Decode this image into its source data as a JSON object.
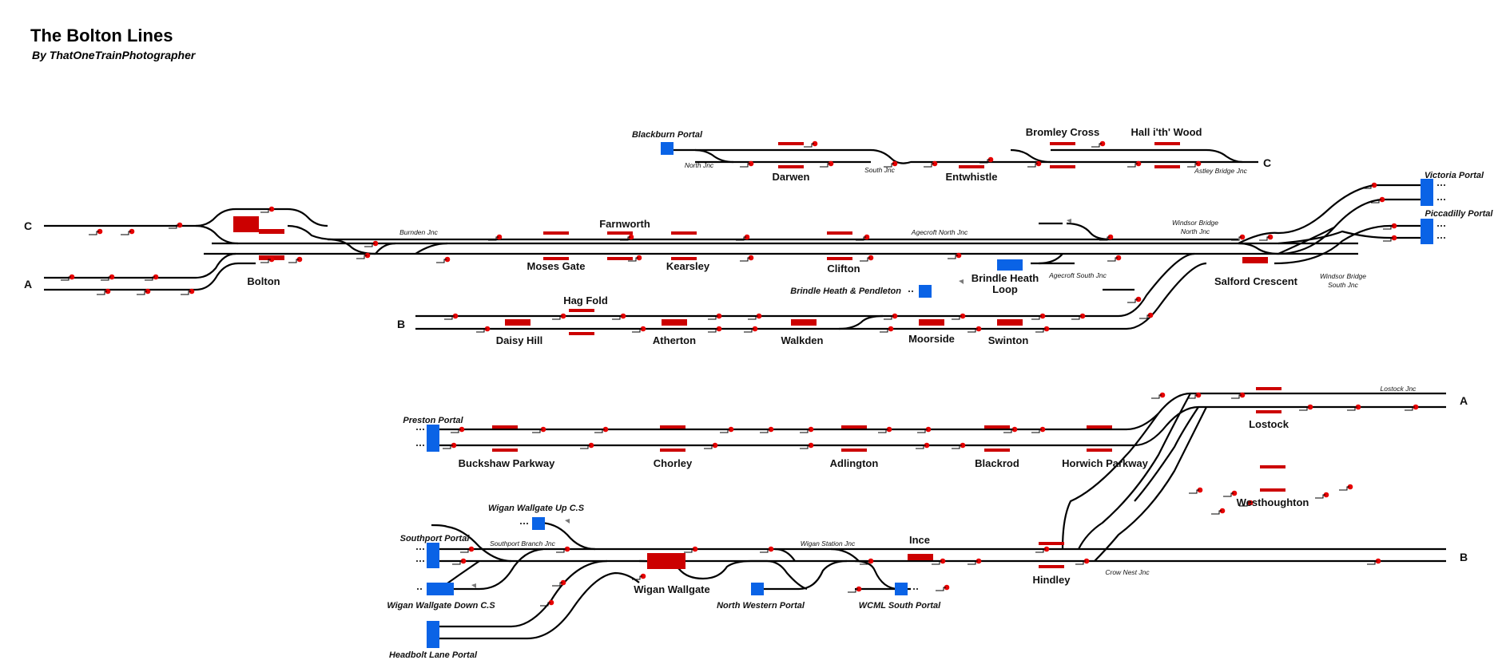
{
  "title": "The Bolton Lines",
  "subtitle": "By ThatOneTrainPhotographer",
  "colors": {
    "track": "#000000",
    "platform": "#cc0000",
    "signal": "#e60000",
    "portal": "#0a63e6"
  },
  "stations": [
    "Darwen",
    "Entwhistle",
    "Bromley Cross",
    "Hall i'th' Wood",
    "Farnworth",
    "Bolton",
    "Moses Gate",
    "Kearsley",
    "Clifton",
    "Salford Crescent",
    "Hag Fold",
    "Daisy Hill",
    "Atherton",
    "Walkden",
    "Moorside",
    "Swinton",
    "Lostock",
    "Buckshaw Parkway",
    "Chorley",
    "Adlington",
    "Blackrod",
    "Horwich Parkway",
    "Westhoughton",
    "Wigan Wallgate",
    "Ince",
    "Hindley"
  ],
  "brindle": {
    "line1": "Brindle Heath",
    "line2": "Loop"
  },
  "portals": [
    "Blackburn Portal",
    "Victoria Portal",
    "Piccadilly Portal",
    "Brindle Heath & Pendleton",
    "Preston Portal",
    "Wigan Wallgate Up C.S",
    "Southport Portal",
    "Wigan Wallgate Down C.S",
    "Headbolt Lane Portal",
    "North Western Portal",
    "WCML South Portal"
  ],
  "junctions": [
    "North Jnc",
    "South Jnc",
    "Astley Bridge Jnc",
    "Burnden Jnc",
    "Agecroft North Jnc",
    "Windsor Bridge",
    "North Jnc",
    "Agecroft South Jnc",
    "Windsor Bridge",
    "South Jnc",
    "Lostock Jnc",
    "Southport Branch Jnc",
    "Wigan Station Jnc",
    "Crow Nest Jnc"
  ],
  "line_ends": [
    "C",
    "C",
    "A",
    "B",
    "A",
    "B"
  ]
}
